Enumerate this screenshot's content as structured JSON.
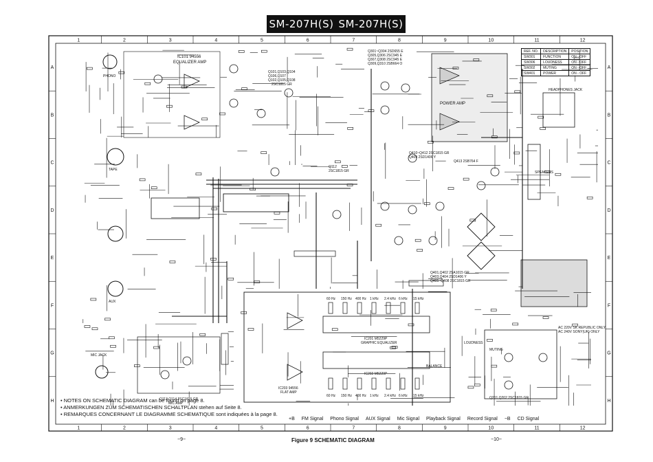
{
  "header": {
    "model_left": "SM-207H(S)",
    "model_right": "SM-207H(S)"
  },
  "grid": {
    "columns": [
      "1",
      "2",
      "3",
      "4",
      "5",
      "6",
      "7",
      "8",
      "9",
      "10",
      "11",
      "12"
    ],
    "rows": [
      "A",
      "B",
      "C",
      "D",
      "E",
      "F",
      "G",
      "H"
    ]
  },
  "labels": {
    "ic101": "IC101 94556",
    "eq_amp": "EQUALIZER AMP",
    "q101": "Q101,Q103,Q104",
    "q106": "Q106,Q107",
    "q102": "Q102,Q105,Q108",
    "q102_part": "2SC1815 GR",
    "q301_list": "Q301~Q304  2SD655 E",
    "q305_list": "Q305,Q306  2SC945 E",
    "q307_list": "Q307,Q308  2SC945 E",
    "q309_list": "Q309,Q310  2SB664 O",
    "power_amp": "POWER AMP",
    "q410": "Q410~Q412  2SC1815 GR",
    "q409": "Q409  2SD1406 Y",
    "q413": "Q413  2SB764 F",
    "q112": "Q112",
    "q112_part": "2SC1815 GR",
    "q401": "Q401,Q402  2SA1015 GR",
    "q403": "Q403,Q404  2SD1406 Y",
    "q405": "Q405~Q408  2SC1815 GR",
    "ic201": "IC201 M5229P",
    "graphic_eq": "GRAPHIC EQUALIZER",
    "ic202": "IC202 M5229P",
    "ic203": "IC203 94556",
    "flat_amp": "FLAT AMP",
    "q113": "Q113,Q114  2SC1815 GR",
    "mic_amp": "MIC AMP",
    "q201": "Q201,Q202  2SC1815 GR",
    "headphones": "HEADPHONES JACK",
    "speakers": "SPEAKERS",
    "mic_jack": "MIC JACK",
    "phono": "PHONO",
    "tape": "TAPE",
    "aux": "AUX",
    "ac_note1": "AC 220V  SK REPUBLIC ONLY",
    "ac_note2": "AC 240V  SONY(UK) ONLY",
    "freqs": [
      "60 Hz",
      "150 Hz",
      "400 Hz",
      "1 kHz",
      "2.4 kHz",
      "6 kHz",
      "15 kHz"
    ],
    "balance": "BALANCE",
    "loudness": "LOUDNESS",
    "muting": "MUTING"
  },
  "switch_table": {
    "headers": [
      "REF. NO.",
      "DESCRIPTION",
      "POSITION"
    ],
    "rows": [
      [
        "SW301",
        "FUNCTION",
        "ON - OFF"
      ],
      [
        "SW306",
        "LOUDNESS",
        "ON - OFF"
      ],
      [
        "SW302",
        "MUTING",
        "ON - OFF"
      ],
      [
        "SW401",
        "POWER",
        "ON - OFF"
      ]
    ]
  },
  "notes": [
    "NOTES ON SCHEMATIC DIAGRAM can be found on page 8.",
    "ANMERKUNGEN ZUM SCHEMATISCHEN SCHALTPLAN stehen auf Seite 8.",
    "REMARQUES CONCERNANT LE DIAGRAMME SCHEMATIQUE sont indiquées à la page 8."
  ],
  "legend": [
    "+B",
    "FM Signal",
    "Phono Signal",
    "AUX Signal",
    "Mic Signal",
    "Playback Signal",
    "Record Signal",
    "−B",
    "CD Signal"
  ],
  "footer": {
    "caption": "Figure 9  SCHEMATIC DIAGRAM",
    "page_left": "−9−",
    "page_right": "−10−"
  },
  "colors": {
    "ink": "#111111",
    "paper": "#ffffff",
    "shade": "#d9d9d9"
  }
}
